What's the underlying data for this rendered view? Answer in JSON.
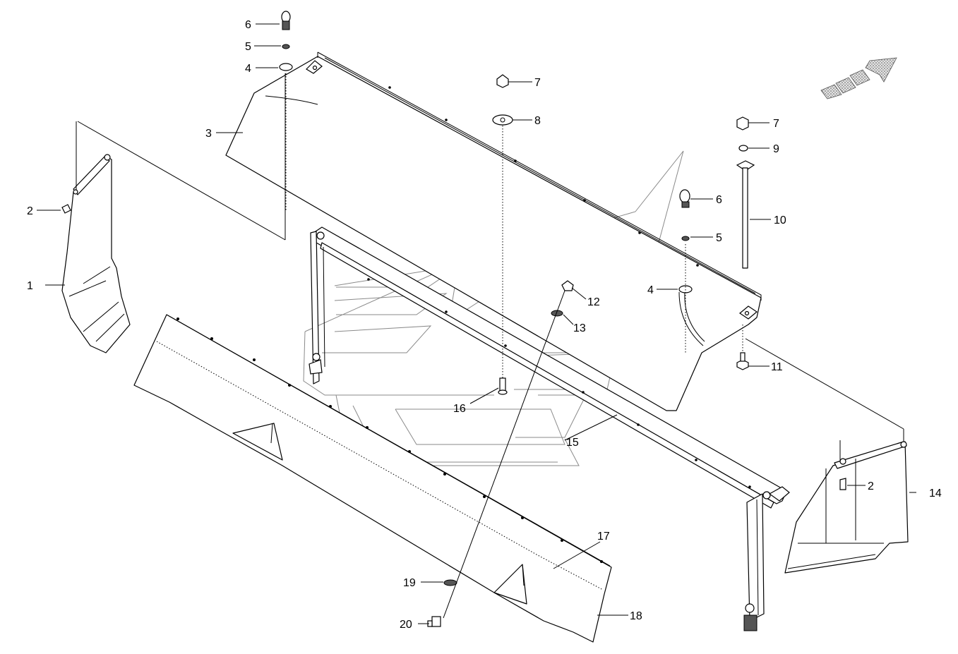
{
  "diagram": {
    "callouts": [
      {
        "id": "c1",
        "text": "1"
      },
      {
        "id": "c2a",
        "text": "2"
      },
      {
        "id": "c2b",
        "text": "2"
      },
      {
        "id": "c3",
        "text": "3"
      },
      {
        "id": "c4a",
        "text": "4"
      },
      {
        "id": "c4b",
        "text": "4"
      },
      {
        "id": "c5a",
        "text": "5"
      },
      {
        "id": "c5b",
        "text": "5"
      },
      {
        "id": "c6a",
        "text": "6"
      },
      {
        "id": "c6b",
        "text": "6"
      },
      {
        "id": "c7a",
        "text": "7"
      },
      {
        "id": "c7b",
        "text": "7"
      },
      {
        "id": "c8",
        "text": "8"
      },
      {
        "id": "c9",
        "text": "9"
      },
      {
        "id": "c10",
        "text": "10"
      },
      {
        "id": "c11",
        "text": "11"
      },
      {
        "id": "c12",
        "text": "12"
      },
      {
        "id": "c13",
        "text": "13"
      },
      {
        "id": "c14",
        "text": "14"
      },
      {
        "id": "c15",
        "text": "15"
      },
      {
        "id": "c16",
        "text": "16"
      },
      {
        "id": "c17",
        "text": "17"
      },
      {
        "id": "c18",
        "text": "18"
      },
      {
        "id": "c19",
        "text": "19"
      },
      {
        "id": "c20",
        "text": "20"
      }
    ],
    "direction_arrow_icon": "direction-arrow-icon",
    "colors": {
      "line": "#000000",
      "watermark": "#8a8a8a",
      "arrow_fill": "#cfcfcf"
    }
  }
}
